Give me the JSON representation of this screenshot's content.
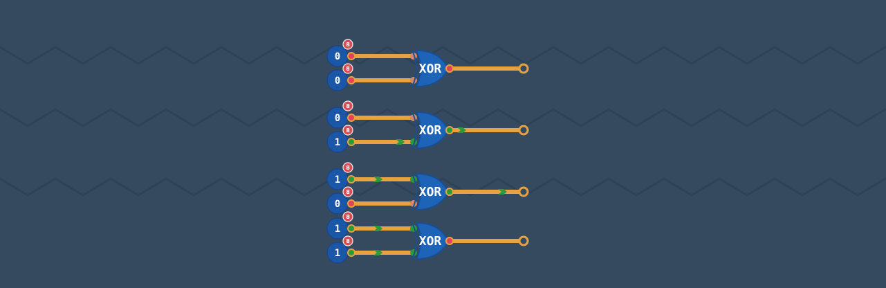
{
  "gates": [
    {
      "label": "XOR",
      "inputs": [
        "0",
        "0"
      ],
      "output": "0",
      "bit_width": "8"
    },
    {
      "label": "XOR",
      "inputs": [
        "0",
        "1"
      ],
      "output": "1",
      "bit_width": "8"
    },
    {
      "label": "XOR",
      "inputs": [
        "1",
        "0"
      ],
      "output": "1",
      "bit_width": "8"
    },
    {
      "label": "XOR",
      "inputs": [
        "1",
        "1"
      ],
      "output": "0",
      "bit_width": "8"
    }
  ],
  "colors": {
    "background": "#354a5f",
    "wire": "#e8a23f",
    "signal_high": "#2c9a3a",
    "signal_low": "#e0435a",
    "gate_fill": "#1d63b8",
    "badge": "#d94c55"
  }
}
